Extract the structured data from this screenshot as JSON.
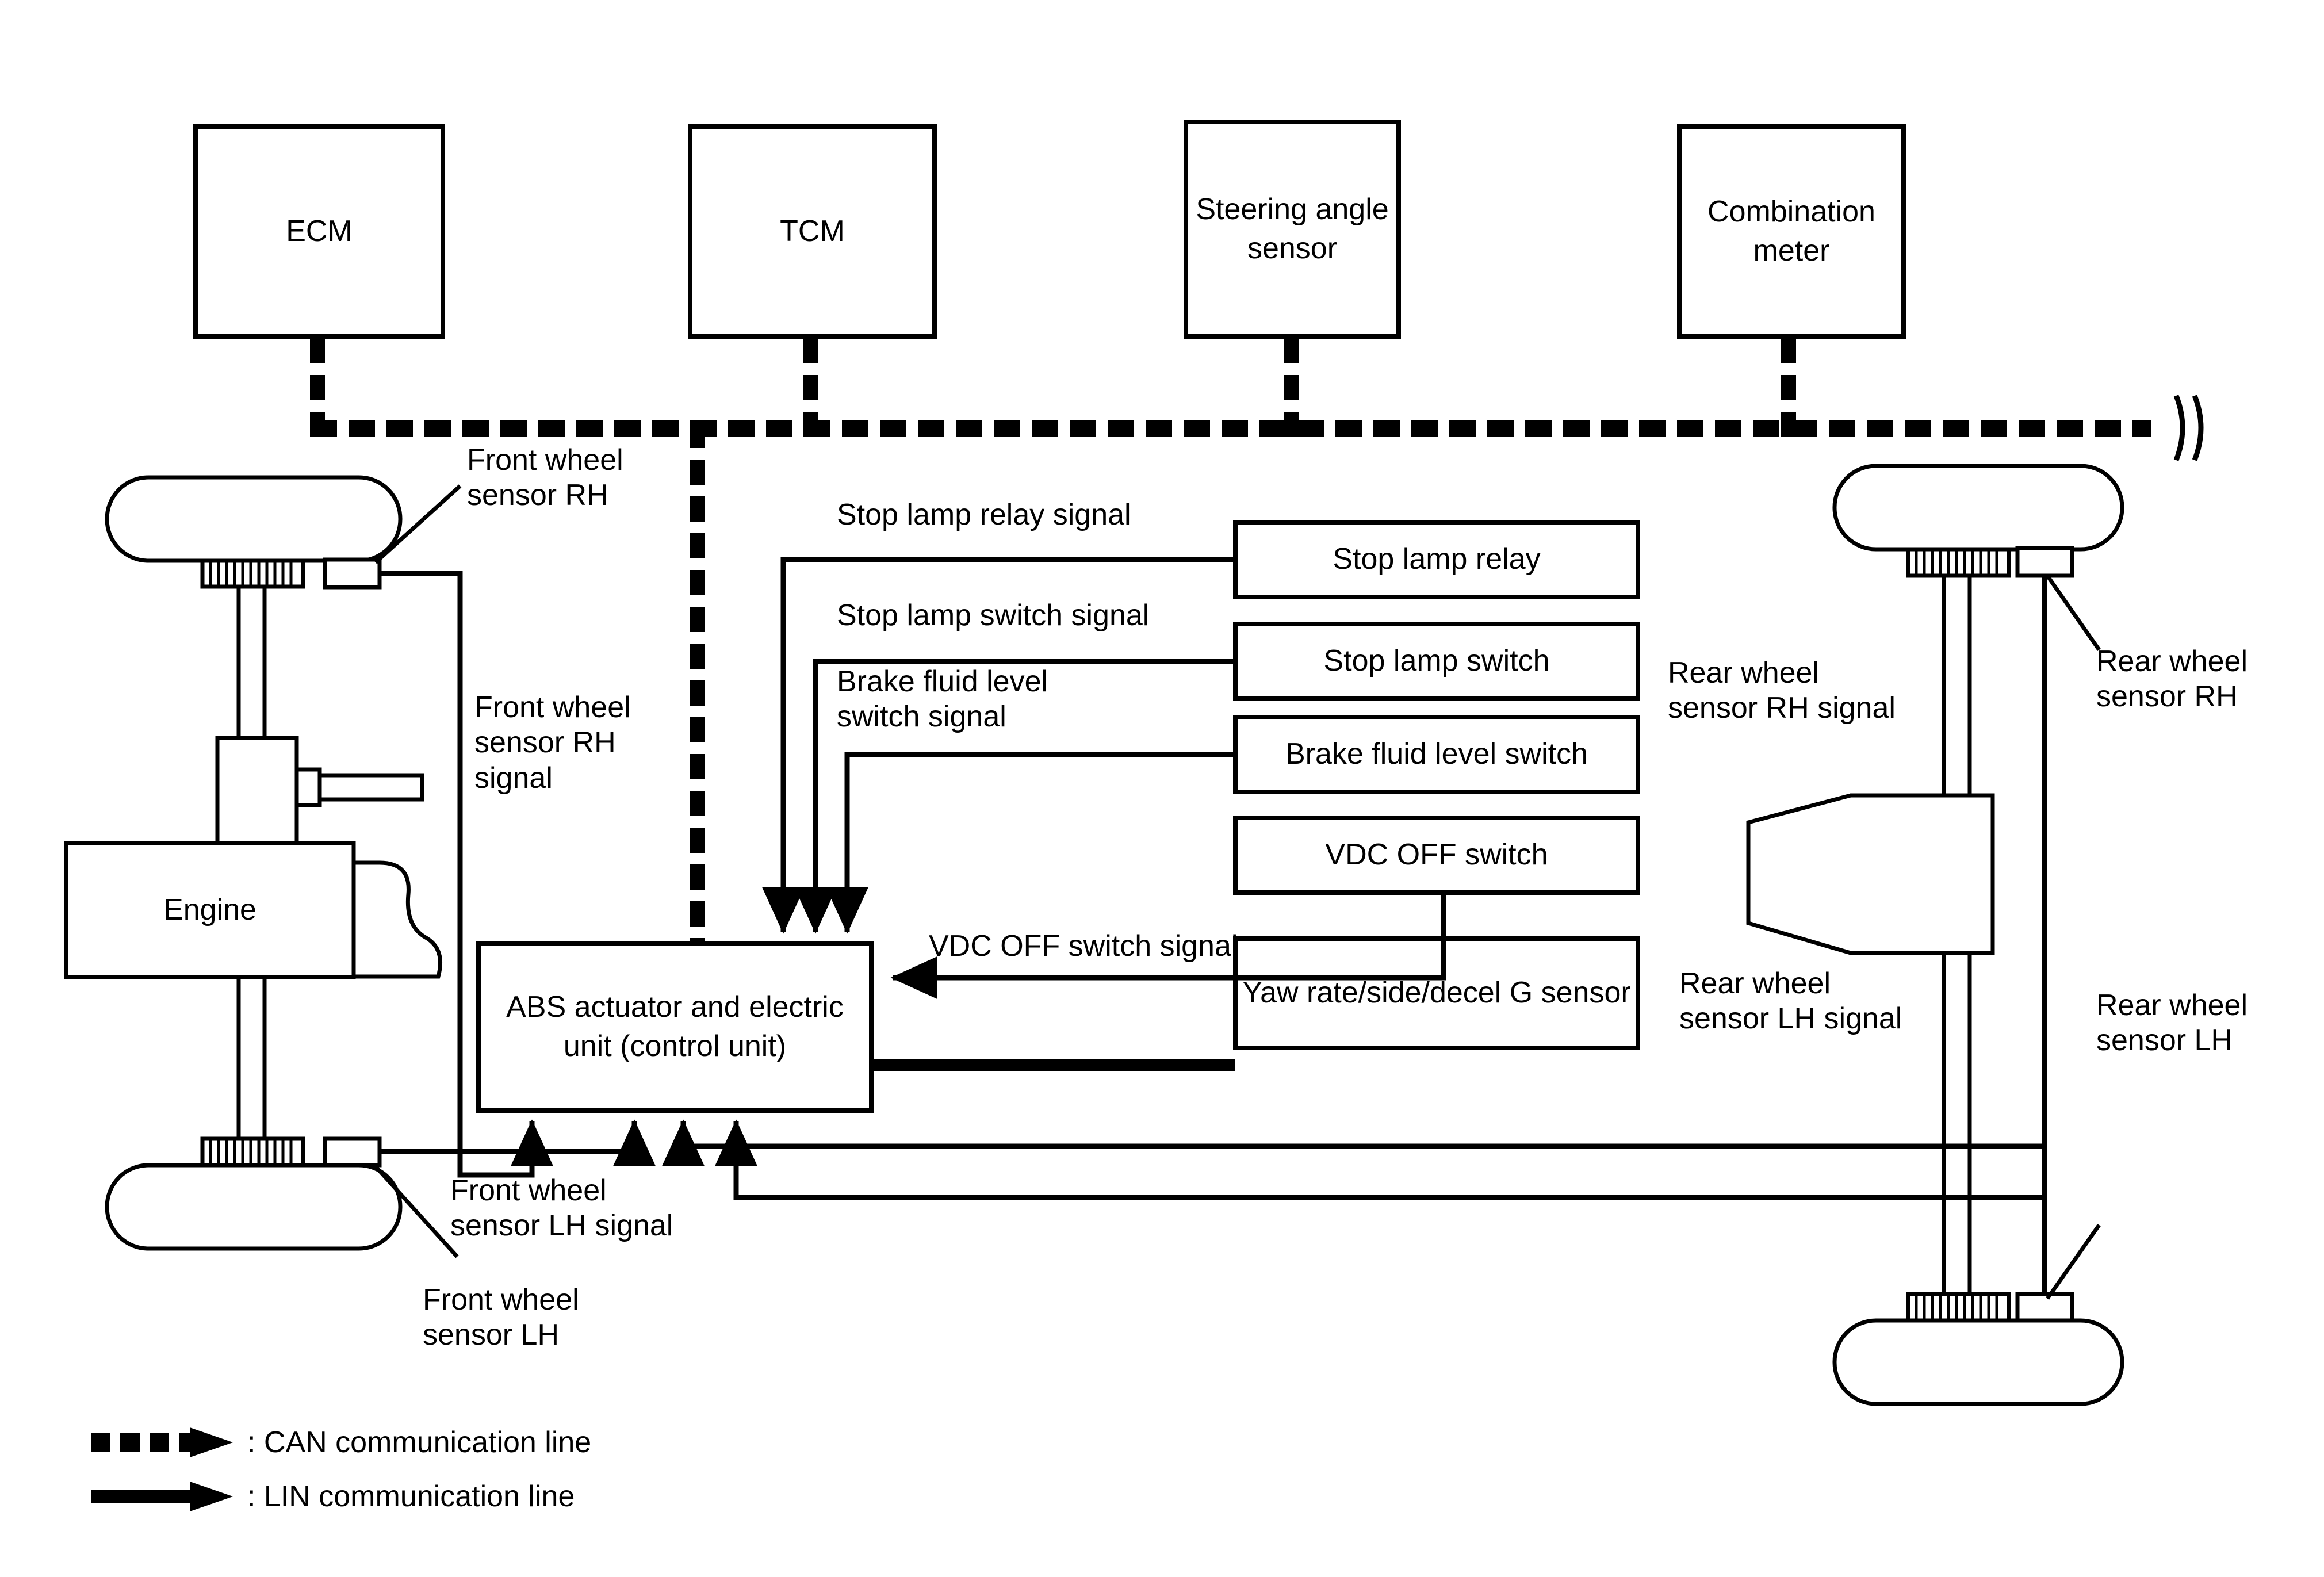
{
  "diagram": {
    "title": "VDC / ABS system block diagram",
    "stroke_color": "#000000",
    "background_color": "#ffffff"
  },
  "can_nodes": [
    {
      "id": "ecm",
      "label": "ECM"
    },
    {
      "id": "tcm",
      "label": "TCM"
    },
    {
      "id": "steering_angle_sensor",
      "label": "Steering\nangle\nsensor"
    },
    {
      "id": "combination_meter",
      "label": "Combination\nmeter"
    }
  ],
  "control_unit": {
    "label": "ABS actuator\nand electric unit\n(control unit)"
  },
  "engine": {
    "label": "Engine"
  },
  "input_devices": [
    {
      "id": "stop_lamp_relay",
      "label": "Stop lamp relay"
    },
    {
      "id": "stop_lamp_switch",
      "label": "Stop lamp switch"
    },
    {
      "id": "brake_fluid_level_switch",
      "label": "Brake fluid level switch"
    },
    {
      "id": "vdc_off_switch",
      "label": "VDC OFF switch"
    },
    {
      "id": "yaw_rate_sensor",
      "label": "Yaw rate/side/decel\nG sensor"
    }
  ],
  "signal_labels": [
    {
      "id": "stop_lamp_relay_signal",
      "text": "Stop lamp relay signal"
    },
    {
      "id": "stop_lamp_switch_signal",
      "text": "Stop lamp switch signal"
    },
    {
      "id": "brake_fluid_level_switch_signal",
      "text": "Brake fluid level\nswitch signal"
    },
    {
      "id": "vdc_off_switch_signal",
      "text": "VDC OFF switch signal"
    }
  ],
  "wheel_labels": [
    {
      "id": "front_wheel_sensor_rh",
      "text": "Front wheel\nsensor RH"
    },
    {
      "id": "front_wheel_sensor_rh_signal",
      "text": "Front wheel\nsensor RH\nsignal"
    },
    {
      "id": "front_wheel_sensor_lh_signal",
      "text": "Front wheel\nsensor LH signal"
    },
    {
      "id": "front_wheel_sensor_lh",
      "text": "Front wheel\nsensor LH"
    },
    {
      "id": "rear_wheel_sensor_rh",
      "text": "Rear wheel\nsensor RH"
    },
    {
      "id": "rear_wheel_sensor_rh_signal",
      "text": "Rear wheel\nsensor RH signal"
    },
    {
      "id": "rear_wheel_sensor_lh_signal",
      "text": "Rear wheel\nsensor LH signal"
    },
    {
      "id": "rear_wheel_sensor_lh",
      "text": "Rear wheel\nsensor LH"
    }
  ],
  "legend": [
    {
      "id": "can",
      "text": ": CAN communication line",
      "style": "dashed-arrow"
    },
    {
      "id": "lin",
      "text": ": LIN communication line",
      "style": "solid-arrow"
    }
  ]
}
